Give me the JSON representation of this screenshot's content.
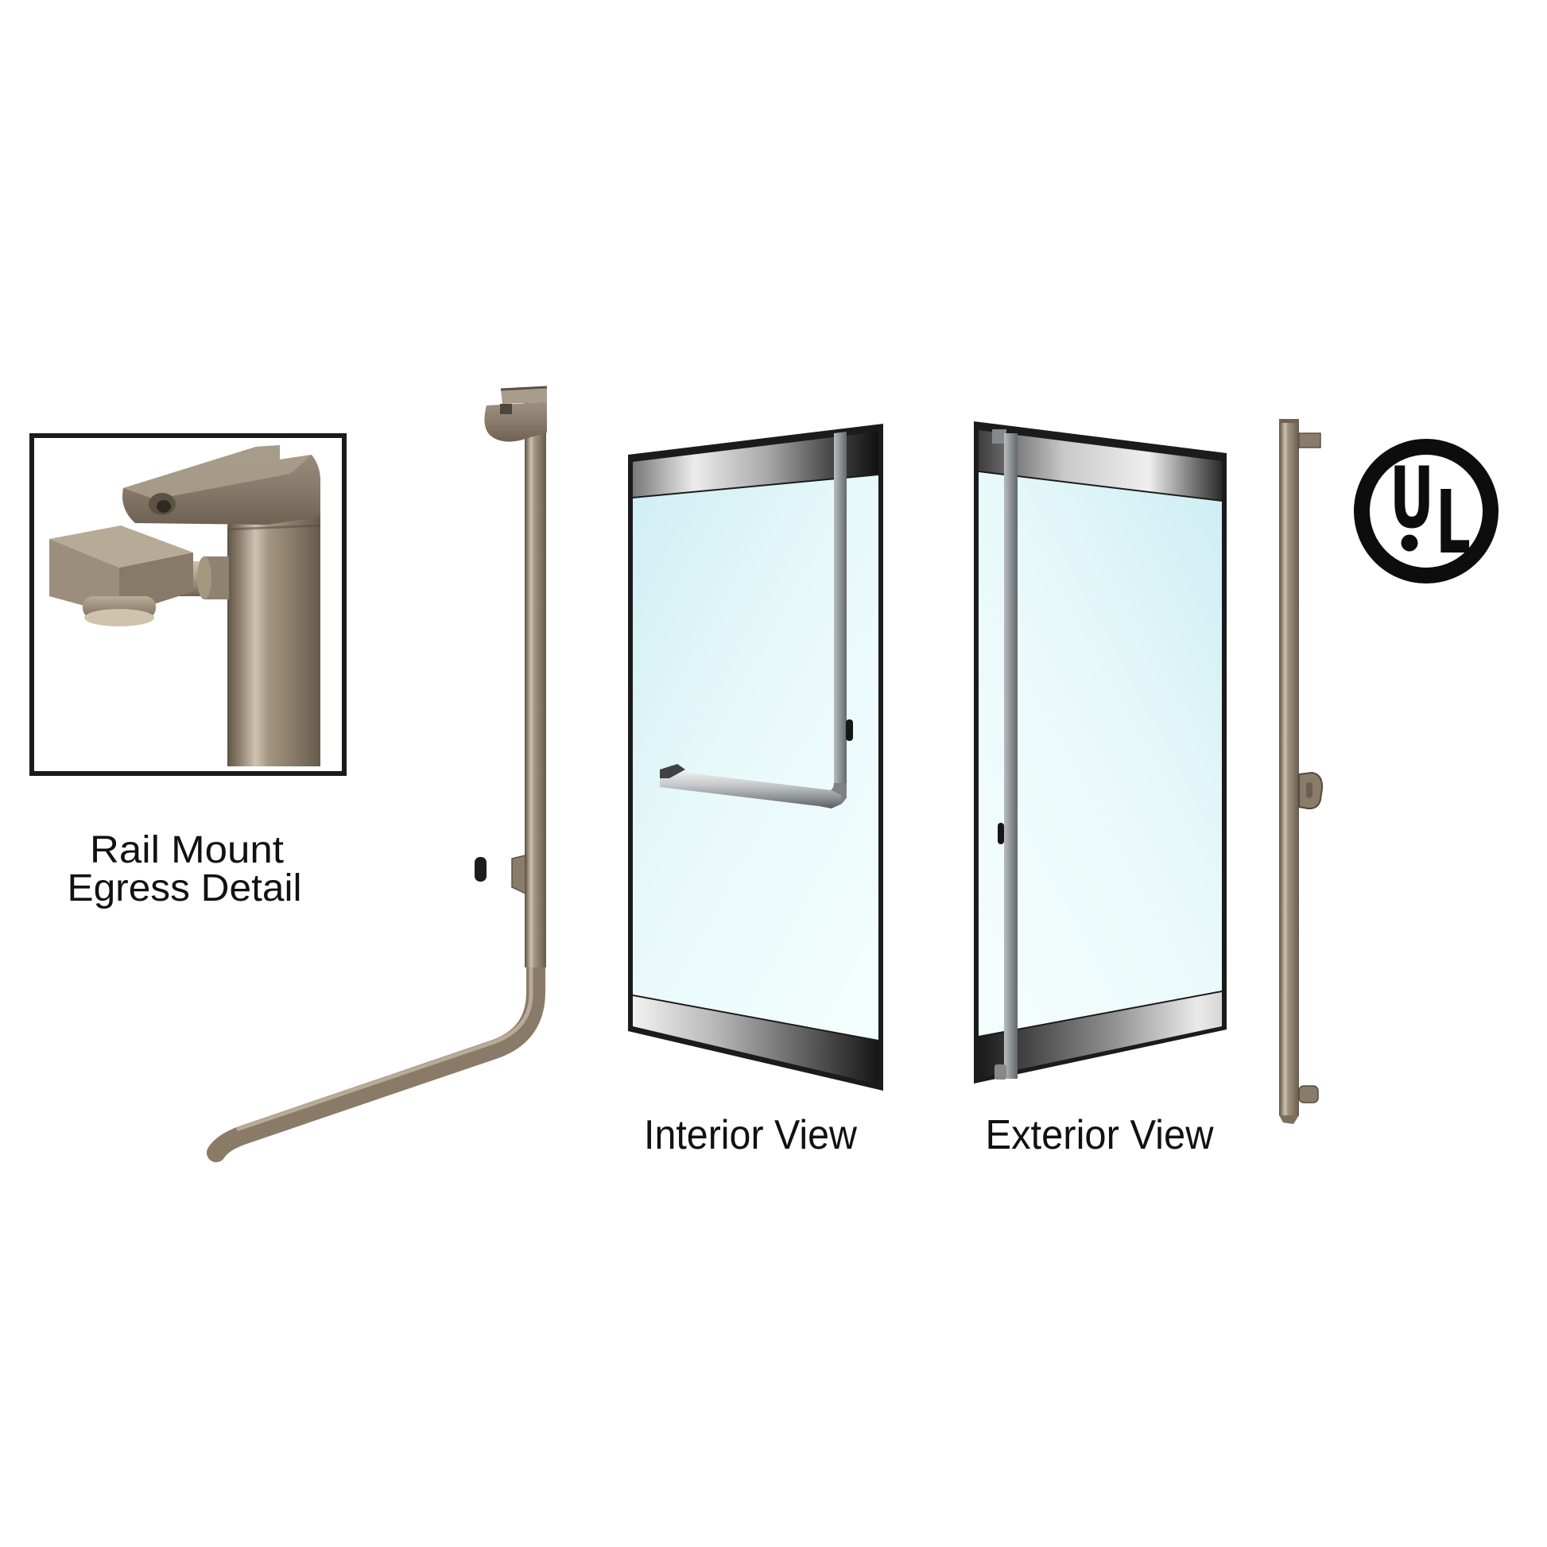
{
  "illustration": {
    "type": "product-diagram",
    "subject": "Rail mount egress device with glass door interior and exterior views"
  },
  "inset": {
    "caption_line1": "Rail Mount",
    "caption_line2": "Egress Detail"
  },
  "labels": {
    "interior": "Interior View",
    "exterior": "Exterior View"
  },
  "ul_mark": {
    "letter_u": "U",
    "letter_l": "L",
    "meaning": "UL certification mark"
  },
  "colors": {
    "background": "#ffffff",
    "bronze": "#8a7b69",
    "bronze_highlight": "#cdc3b1",
    "bronze_shadow": "#5e5547",
    "outline_black": "#1b1b1b",
    "glass_cyan": "#cfeef3",
    "glass_light": "#f2fdfd",
    "metal_silver": "#ececec",
    "metal_dark": "#141414",
    "door_rail_gray": "#8a8f92",
    "label_text": "#111111",
    "ul_black": "#0d0d0d"
  }
}
